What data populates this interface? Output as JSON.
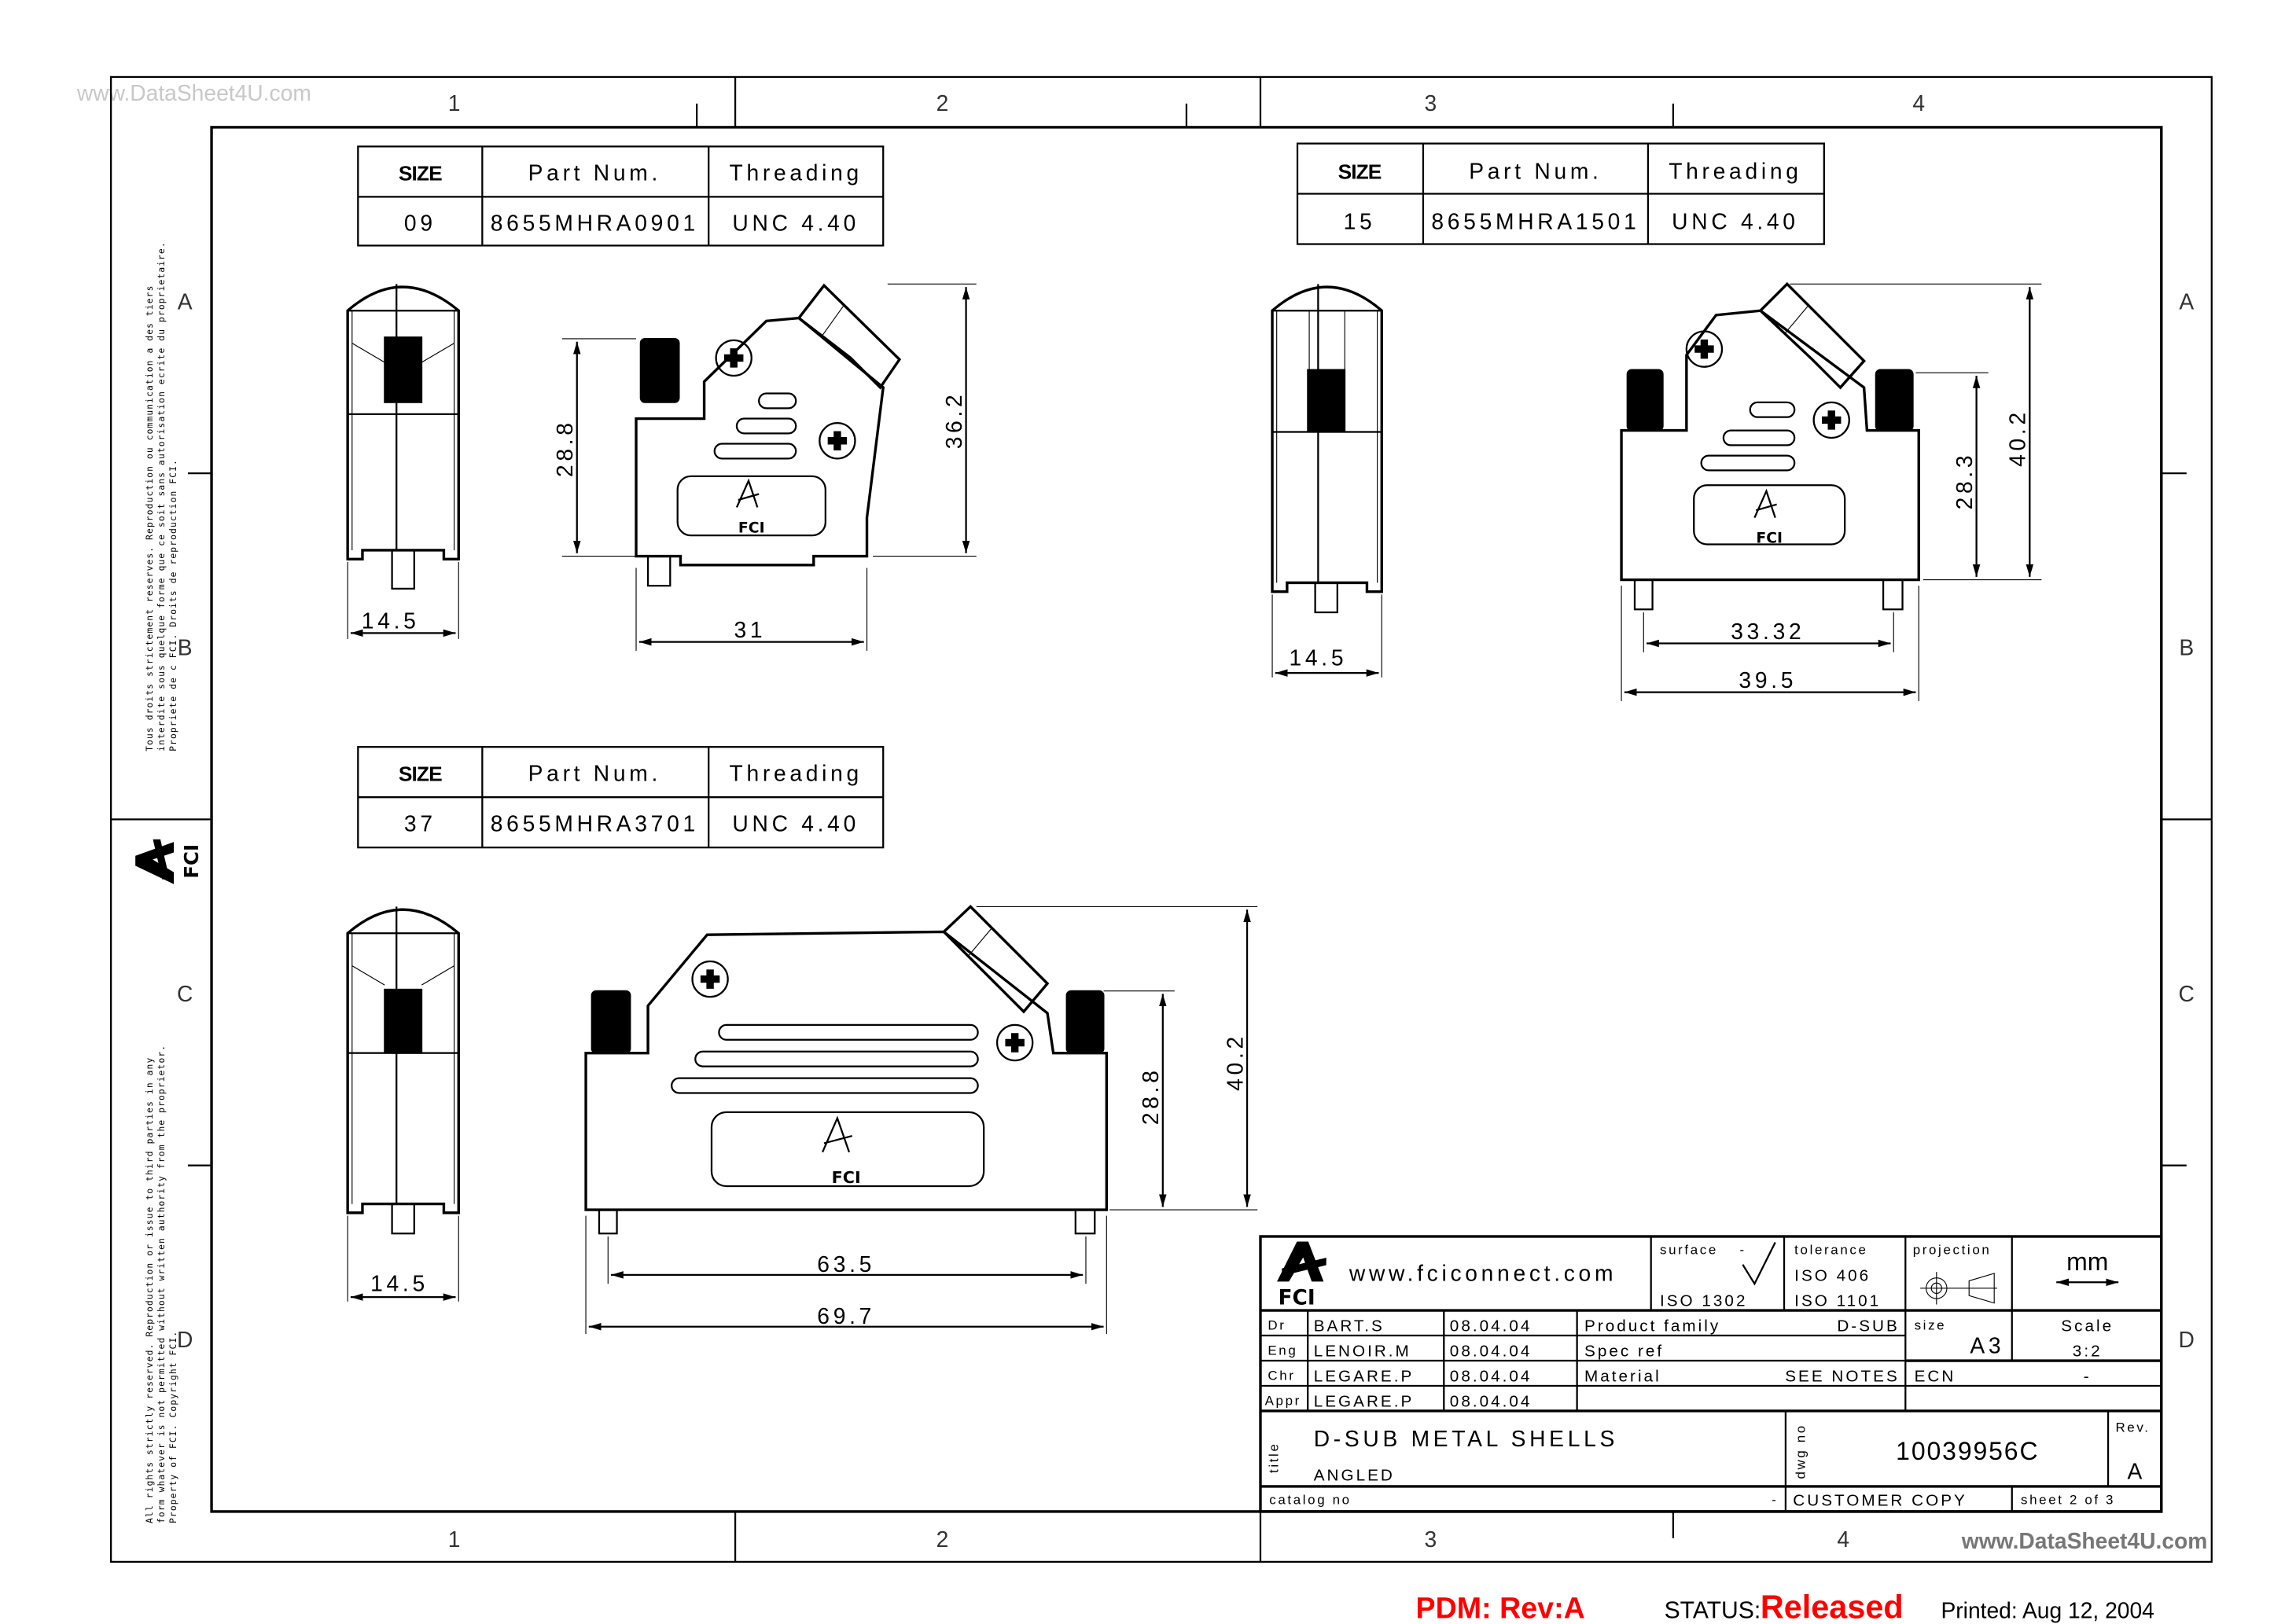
{
  "watermarks": {
    "top": "www.DataSheet4U.com",
    "bottom": "www.DataSheet4U.com"
  },
  "zones": {
    "columns": [
      "1",
      "2",
      "3",
      "4"
    ],
    "rows": [
      "A",
      "B",
      "C",
      "D"
    ]
  },
  "margin_notes": {
    "french": [
      "Tous droits strictement reserves.  Reproduction ou communication a des tiers",
      "interdite sous quelque forme que ce soit sans autorisation ecrite du proprietaire.",
      "Propriete de c FCI.  Droits de reproduction FCI."
    ],
    "english": [
      "All rights strictly reserved.  Reproduction or issue to third parties in any",
      "form whatever is not permitted without written authority from the proprietor.",
      "Property of FCI.  Copyright FCI."
    ],
    "logo": "FCI"
  },
  "tables": [
    {
      "headers": [
        "SIZE",
        "Part Num.",
        "Threading"
      ],
      "row": [
        "09",
        "8655MHRA0901",
        "UNC 4.40"
      ]
    },
    {
      "headers": [
        "SIZE",
        "Part Num.",
        "Threading"
      ],
      "row": [
        "15",
        "8655MHRA1501",
        "UNC 4.40"
      ]
    },
    {
      "headers": [
        "SIZE",
        "Part Num.",
        "Threading"
      ],
      "row": [
        "37",
        "8655MHRA3701",
        "UNC 4.40"
      ]
    }
  ],
  "dimensions": {
    "size09": {
      "side_width": "14.5",
      "height": "28.8",
      "overall_height": "36.2",
      "width": "31"
    },
    "size15": {
      "side_width": "14.5",
      "inner_width": "33.32",
      "width": "39.5",
      "height": "28.3",
      "overall_height": "40.2"
    },
    "size37": {
      "side_width": "14.5",
      "inner_width": "63.5",
      "width": "69.7",
      "height": "28.8",
      "overall_height": "40.2"
    }
  },
  "part_logo": "FCI",
  "title_block": {
    "logo": "FCI",
    "website": "www.fciconnect.com",
    "surface_label": "surface",
    "surface_value": "-",
    "surface_standard": "ISO 1302",
    "tolerance_label": "tolerance",
    "tolerance_standards": [
      "ISO 406",
      "ISO 1101"
    ],
    "projection_label": "projection",
    "units": "mm",
    "approvals": [
      {
        "role": "Dr",
        "name": "BART.S",
        "date": "08.04.04"
      },
      {
        "role": "Eng",
        "name": "LENOIR.M",
        "date": "08.04.04"
      },
      {
        "role": "Chr",
        "name": "LEGARE.P",
        "date": "08.04.04"
      },
      {
        "role": "Appr",
        "name": "LEGARE.P",
        "date": "08.04.04"
      }
    ],
    "product_family_label": "Product family",
    "product_family": "D-SUB",
    "spec_ref_label": "Spec ref",
    "material_label": "Material",
    "material": "SEE NOTES",
    "size_label": "size",
    "size": "A3",
    "scale_label": "Scale",
    "scale": "3:2",
    "ecn_label": "ECN",
    "ecn": "-",
    "title_label": "title",
    "title": "D-SUB METAL SHELLS",
    "subtitle": "ANGLED",
    "dwg_label": "dwg no",
    "dwg_no": "10039956C",
    "rev_label": "Rev.",
    "rev": "A",
    "catalog_label": "catalog no",
    "catalog_value": "-",
    "copy": "CUSTOMER COPY",
    "sheet": "sheet 2 of 3"
  },
  "status_bar": {
    "pdm": "PDM: Rev:A",
    "status_label": "STATUS:",
    "status": "Released",
    "printed": "Printed: Aug  12, 2004"
  },
  "colors": {
    "status_red": "#ff0000",
    "ink": "#000000"
  }
}
